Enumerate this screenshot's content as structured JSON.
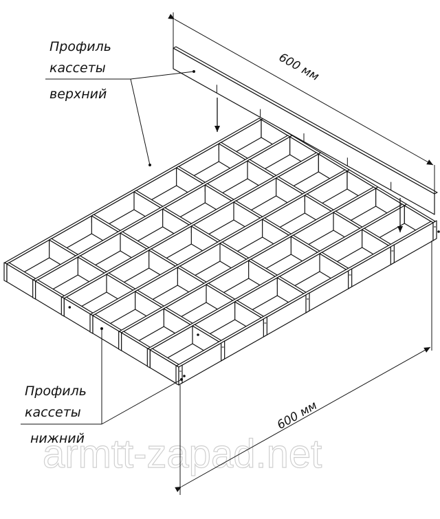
{
  "labels": {
    "upper_line1": "Профиль",
    "upper_line2": "кассеты",
    "upper_line3": "верхний",
    "lower_line1": "Профиль",
    "lower_line2": "кассеты",
    "lower_line3": "нижний"
  },
  "dimensions": {
    "top": "600 мм",
    "bottom": "600 мм"
  },
  "watermark": "armtt-zapad.net",
  "colors": {
    "line": "#111111",
    "background": "#ffffff",
    "watermark": "#cfcfcf"
  }
}
